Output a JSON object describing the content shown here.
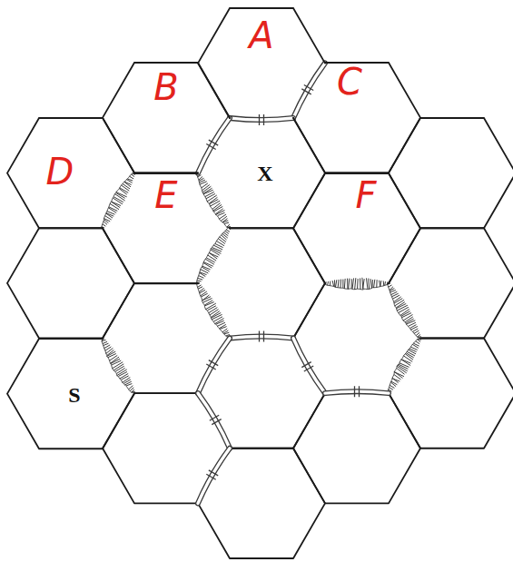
{
  "diagram": {
    "nodes": [
      {
        "text": [
          "A"
        ]
      },
      {
        "text": [
          "B"
        ]
      },
      {
        "text": [
          "C"
        ]
      },
      {
        "text": [
          "X"
        ]
      },
      {
        "text": [
          "D"
        ]
      },
      {
        "text": [
          "E"
        ]
      },
      {
        "text": [
          "F"
        ]
      },
      {
        "text": [
          "S"
        ]
      }
    ]
  }
}
